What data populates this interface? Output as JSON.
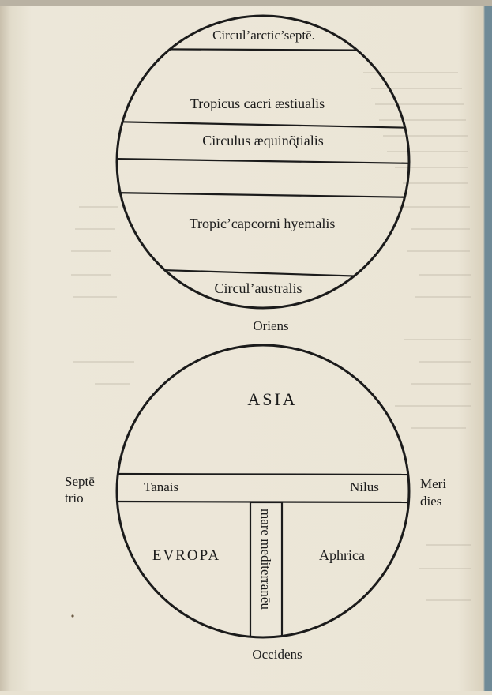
{
  "upper_zones": {
    "arctic": "Circul’arctic’septē.",
    "cancer": "Tropicus cācri æstiualis",
    "equinoctial": "Circulus æquinõ̧tialis",
    "capricorn": "Tropic’capcorni hyemalis",
    "australis": "Circul’australis"
  },
  "directions": {
    "east": "Oriens",
    "west": "Occidens",
    "north_line1": "Septē",
    "north_line2": "trio",
    "south_line1": "Meri",
    "south_line2": "dies"
  },
  "continents": {
    "asia": "ASIA",
    "europe": "EVROPA",
    "africa": "Aphrica"
  },
  "rivers": {
    "tanais": "Tanais",
    "nilus": "Nilus"
  },
  "sea": "mare mediterranēu",
  "colors": {
    "ink": "#1b1b1b",
    "paper": "#ece7d9"
  }
}
